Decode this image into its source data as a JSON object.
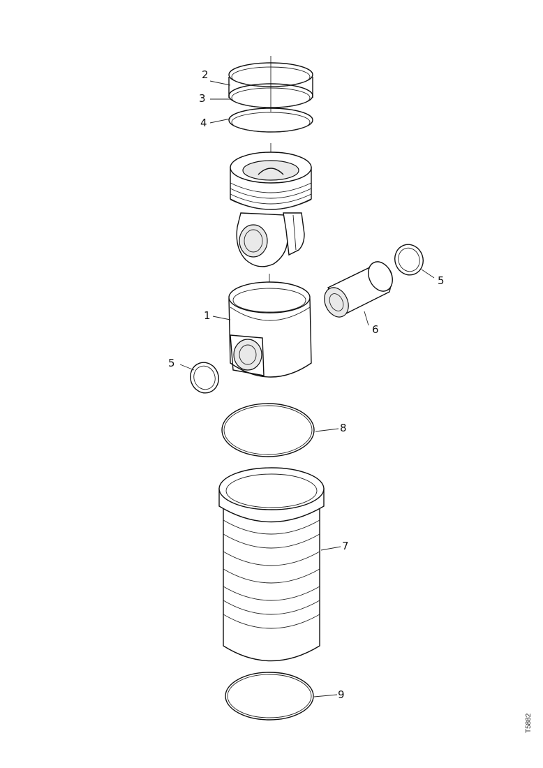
{
  "labels": {
    "p1": "1",
    "p2": "2",
    "p3": "3",
    "p4": "4",
    "p5a": "5",
    "p5b": "5",
    "p6": "6",
    "p7": "7",
    "p8": "8",
    "p9": "9"
  },
  "doc_id": "T5882"
}
